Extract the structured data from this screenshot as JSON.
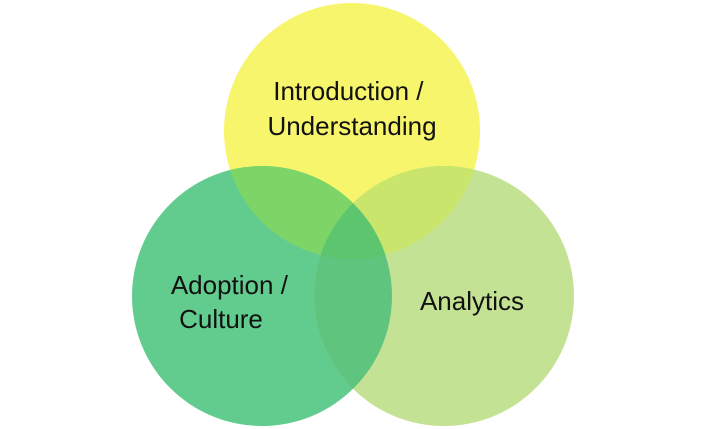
{
  "diagram": {
    "type": "venn",
    "circles": [
      {
        "id": "top",
        "lines": [
          "Introduction /",
          "Understanding"
        ],
        "color": "#F7F56B"
      },
      {
        "id": "left",
        "lines": [
          "Adoption /",
          "Culture"
        ],
        "color": "#62CB8E"
      },
      {
        "id": "right",
        "lines": [
          "Analytics"
        ],
        "color": "#C4E293"
      }
    ],
    "overlap_colors": {
      "top_left": "#7DD567",
      "top_right": "#CAE56C",
      "left_right": "#5FC47E",
      "center": "#5DC56E"
    }
  }
}
